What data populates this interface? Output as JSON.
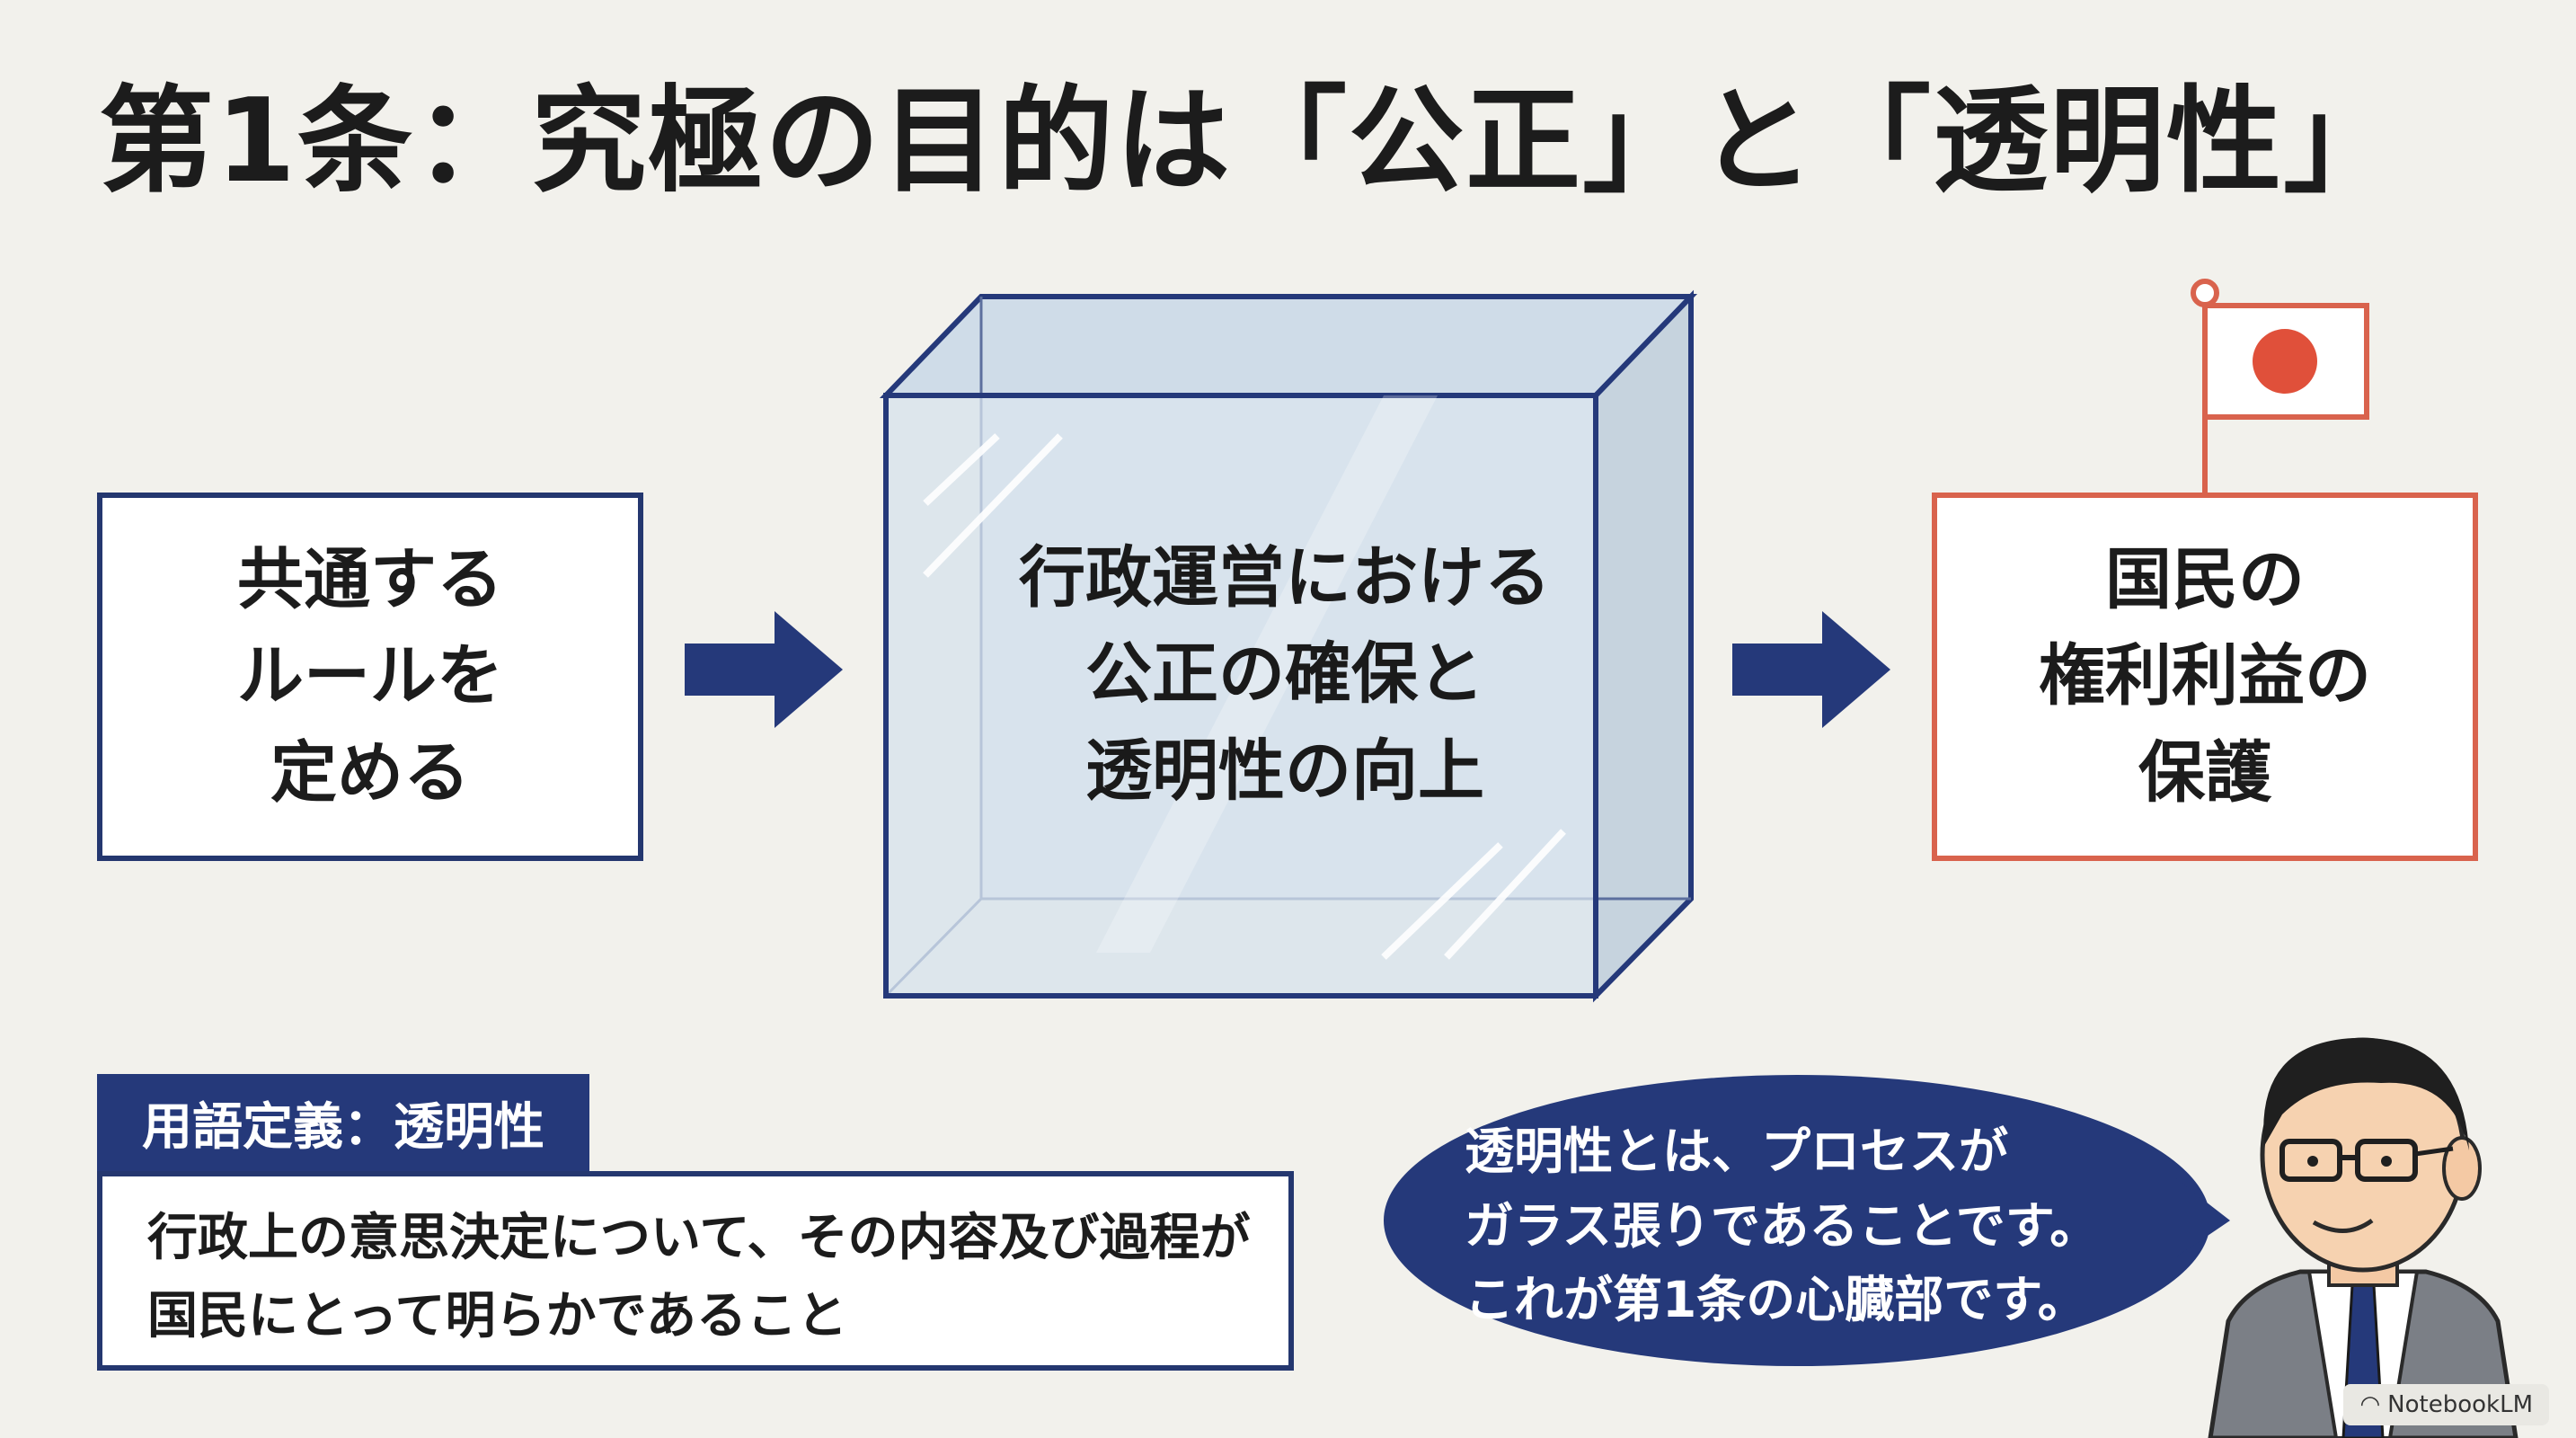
{
  "title": "第1条：究極の目的は「公正」と「透明性」",
  "flow": {
    "left": [
      "共通する",
      "ルールを",
      "定める"
    ],
    "center": [
      "行政運営における",
      "公正の確保と",
      "透明性の向上"
    ],
    "right": [
      "国民の",
      "権利利益の",
      "保護"
    ]
  },
  "definition": {
    "label": "用語定義：透明性",
    "text": [
      "行政上の意思決定について、その内容及び過程が",
      "国民にとって明らかであること"
    ]
  },
  "speech": [
    "透明性とは、プロセスが",
    "ガラス張りであることです。",
    "これが第1条の心臓部です。"
  ],
  "badge": {
    "icon": "notebooklm-icon",
    "text": "NotebookLM"
  },
  "colors": {
    "navy": "#25397a",
    "accent": "#d9634d",
    "flag_red": "#e0503a",
    "background": "#f2f1ec"
  }
}
